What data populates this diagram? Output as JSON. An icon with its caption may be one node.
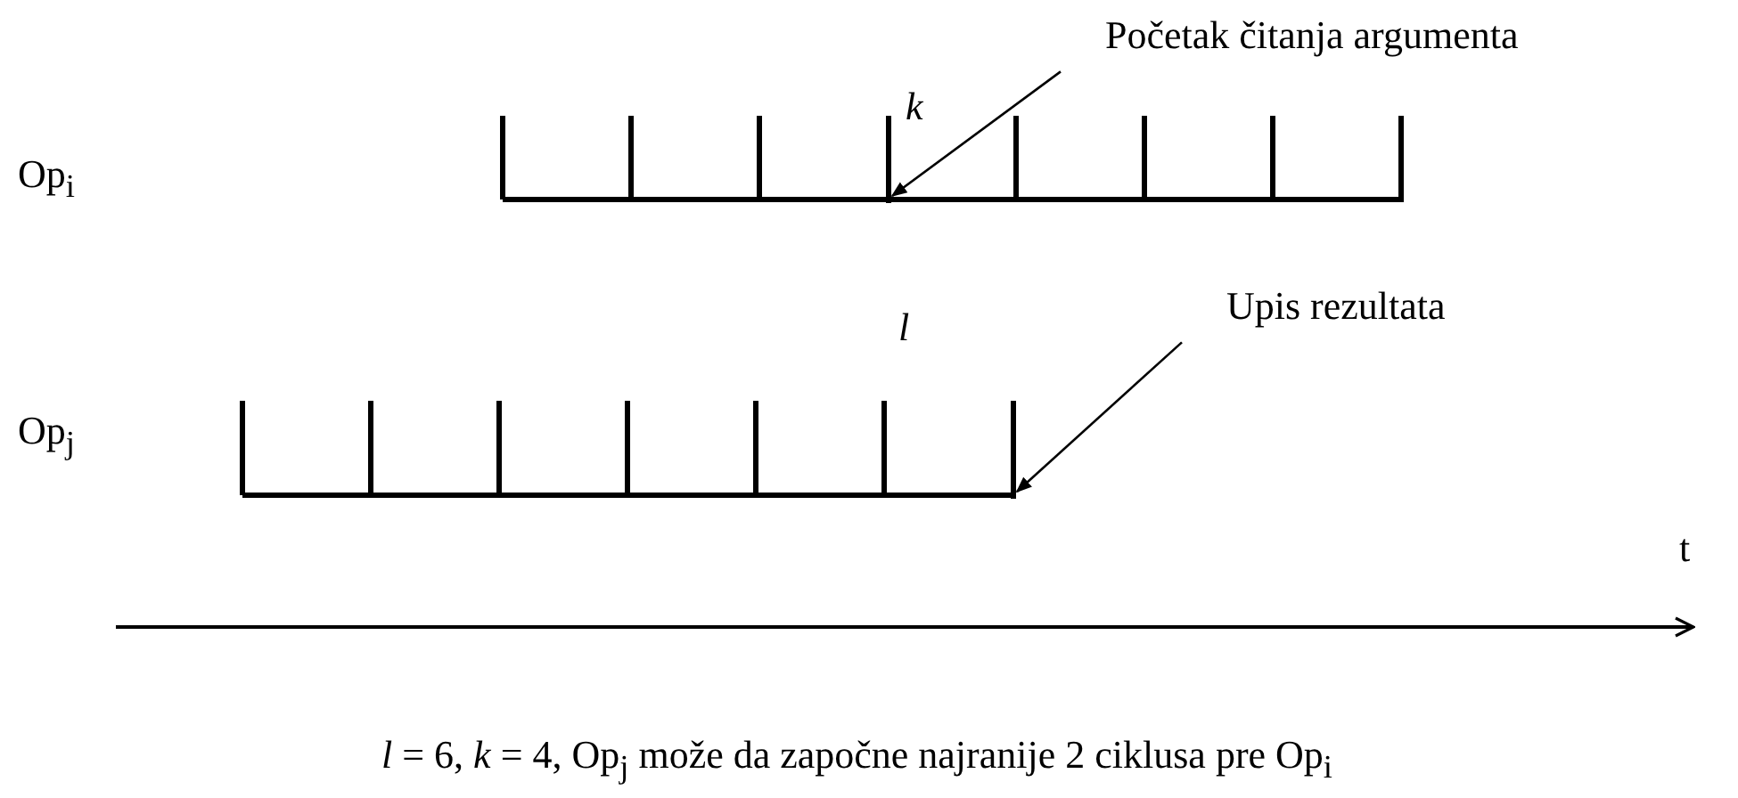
{
  "diagram": {
    "caption": "*l* = 6, *k* = 4, Op$_{j}$ može da započne najranije 2 ciklusa pre Op$_{i}$",
    "nodes": [
      {
        "text": [
          "Početak čitanja argumenta"
        ]
      },
      {
        "text": [],
        "shape": "bar"
      },
      {
        "text": [
          "Upis rezultata"
        ]
      },
      {
        "text": [],
        "shape": "bar"
      }
    ],
    "edges": [
      {
        "from": 0,
        "to": 1,
        "arrow": "to"
      },
      {
        "from": 2,
        "to": 3,
        "arrow": "to"
      }
    ],
    "labels": [
      "k",
      "Op$_{i}$",
      "l",
      "Op$_{j}$",
      "t"
    ]
  }
}
